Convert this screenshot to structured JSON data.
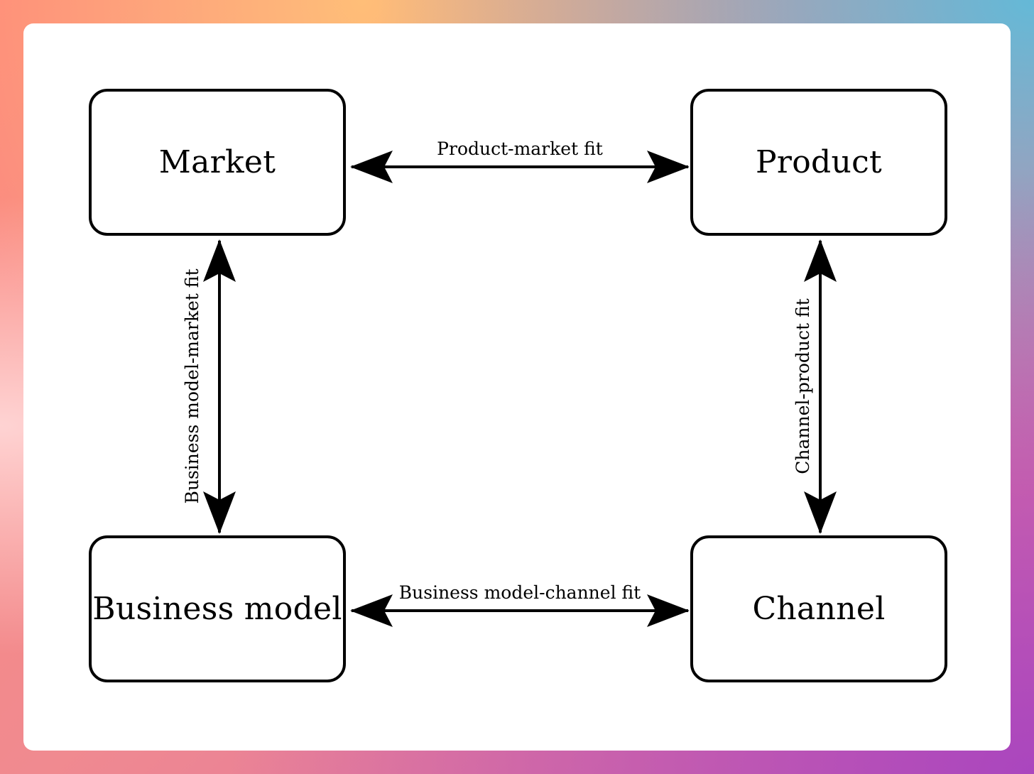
{
  "diagram": {
    "nodes": [
      {
        "id": "market",
        "label": "Market"
      },
      {
        "id": "product",
        "label": "Product"
      },
      {
        "id": "business_model",
        "label": "Business model"
      },
      {
        "id": "channel",
        "label": "Channel"
      }
    ],
    "edges": [
      {
        "from": "market",
        "to": "product",
        "label": "Product-market fit",
        "direction": "both"
      },
      {
        "from": "market",
        "to": "business_model",
        "label": "Business model-market fit",
        "direction": "both"
      },
      {
        "from": "product",
        "to": "channel",
        "label": "Channel-product fit",
        "direction": "both"
      },
      {
        "from": "business_model",
        "to": "channel",
        "label": "Business model-channel fit",
        "direction": "both"
      }
    ]
  },
  "colors": {
    "card": "#ffffff",
    "stroke": "#000000"
  }
}
